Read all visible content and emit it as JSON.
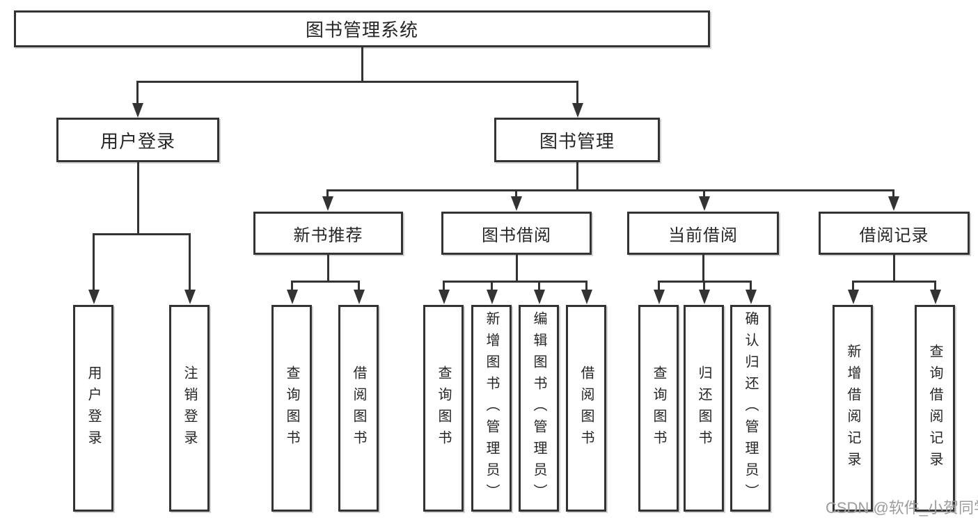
{
  "diagram": {
    "root": {
      "label": "图书管理系统"
    },
    "branches": [
      {
        "label": "用户登录",
        "children": [
          {
            "label": "用户登录"
          },
          {
            "label": "注销登录"
          }
        ]
      },
      {
        "label": "图书管理",
        "children": [
          {
            "label": "新书推荐",
            "children": [
              {
                "label": "查询图书"
              },
              {
                "label": "借阅图书"
              }
            ]
          },
          {
            "label": "图书借阅",
            "children": [
              {
                "label": "查询图书"
              },
              {
                "label": "新增图书（管理员）"
              },
              {
                "label": "编辑图书（管理员）"
              },
              {
                "label": "借阅图书"
              }
            ]
          },
          {
            "label": "当前借阅",
            "children": [
              {
                "label": "查询图书"
              },
              {
                "label": "归还图书"
              },
              {
                "label": "确认归还（管理员）"
              }
            ]
          },
          {
            "label": "借阅记录",
            "children": [
              {
                "label": "新增借阅记录"
              },
              {
                "label": "查询借阅记录"
              }
            ]
          }
        ]
      }
    ]
  },
  "watermark": {
    "text": "CSDN @软件_小贺同学"
  },
  "colors": {
    "line": "#333333",
    "box_border": "#333333",
    "text": "#262626",
    "background": "#ffffff",
    "watermark": "#9c9c9c"
  }
}
